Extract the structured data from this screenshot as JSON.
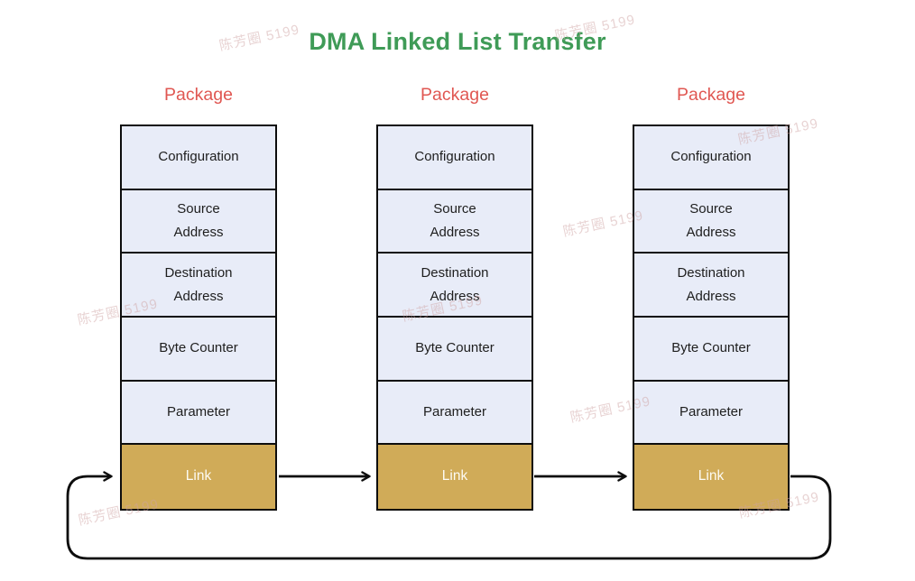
{
  "title": "DMA Linked List Transfer",
  "watermark": {
    "text": "陈芳圈 5199"
  },
  "colors": {
    "title_green": "#3f9b57",
    "package_red": "#e05752",
    "cell_fill": "#e8ecf8",
    "link_gold": "#d0ab58",
    "link_text": "#ffffff",
    "outline": "#0d0d0d",
    "cell_text": "#1e1e1e"
  },
  "packages": [
    {
      "label": "Package",
      "rows": [
        "Configuration",
        "Source\nAddress",
        "Destination\nAddress",
        "Byte Counter",
        "Parameter",
        "Link"
      ]
    },
    {
      "label": "Package",
      "rows": [
        "Configuration",
        "Source\nAddress",
        "Destination\nAddress",
        "Byte Counter",
        "Parameter",
        "Link"
      ]
    },
    {
      "label": "Package",
      "rows": [
        "Configuration",
        "Source\nAddress",
        "Destination\nAddress",
        "Byte Counter",
        "Parameter",
        "Link"
      ]
    }
  ]
}
